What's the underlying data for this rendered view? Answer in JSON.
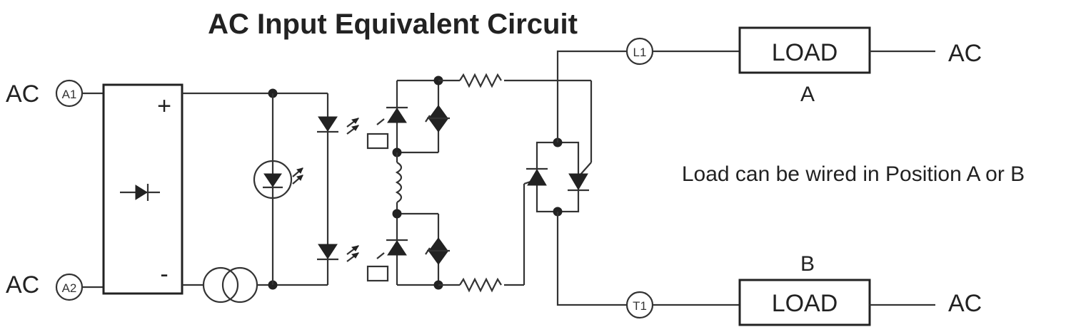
{
  "diagram": {
    "title": "AC Input Equivalent Circuit",
    "note": "Load can be wired in Position A or B",
    "inputs": {
      "top_label": "AC",
      "bottom_label": "AC"
    },
    "terminals": {
      "a1": "A1",
      "a2": "A2",
      "l1": "L1",
      "t1": "T1"
    },
    "rectifier": {
      "plus": "+",
      "minus": "-"
    },
    "loads": {
      "a": {
        "box_label": "LOAD",
        "position": "A",
        "ac_label": "AC"
      },
      "b": {
        "box_label": "LOAD",
        "position": "B",
        "ac_label": "AC"
      }
    }
  }
}
